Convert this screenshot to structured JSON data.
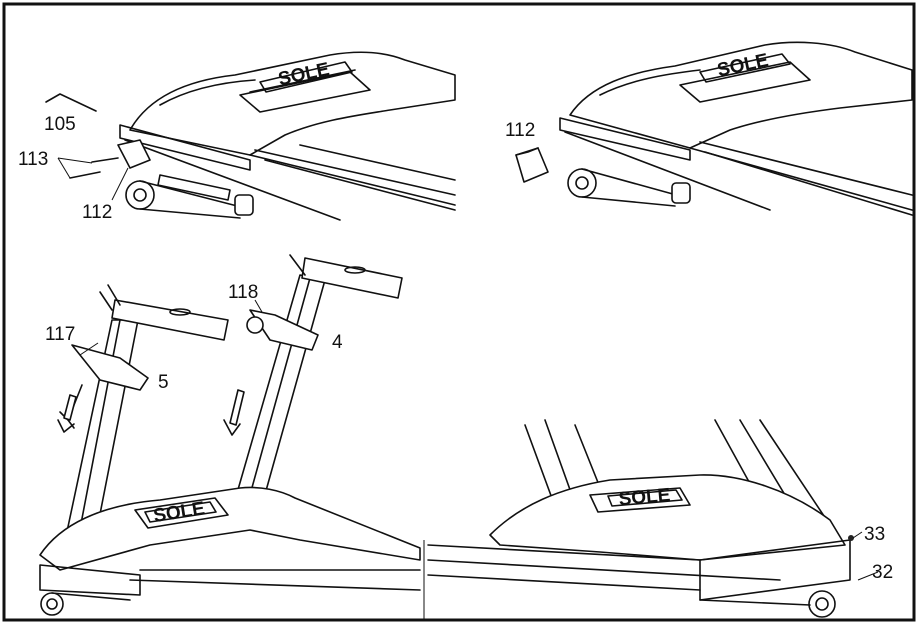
{
  "callouts": {
    "p105": "105",
    "p113": "113",
    "p112_a": "112",
    "p112_b": "112",
    "p118": "118",
    "p117": "117",
    "p4": "4",
    "p5": "5",
    "p33": "33",
    "p32": "32"
  },
  "brand": {
    "logo_text": "SOLE"
  }
}
